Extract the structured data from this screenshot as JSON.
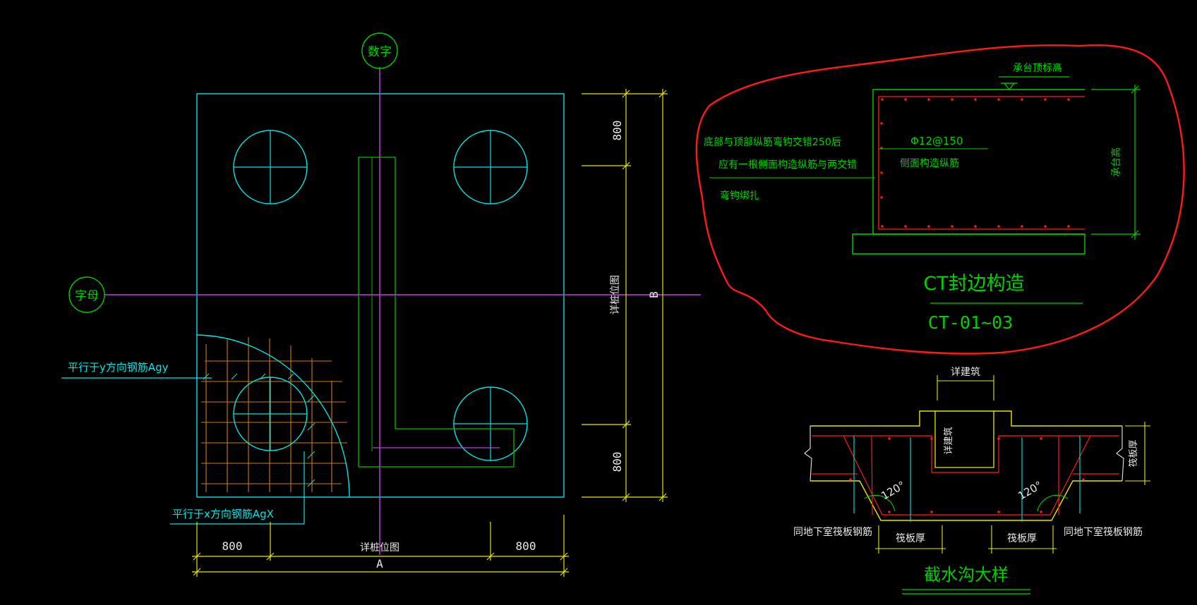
{
  "axes": {
    "numeric_axis_label": "数字",
    "letter_axis_label": "字母"
  },
  "plan": {
    "detail_ref_vertical": "详桩位图",
    "detail_ref_horizontal": "详桩位图",
    "dim_top": "800",
    "dim_bottom_left_vertical": "800",
    "dim_left": "800",
    "dim_right": "800",
    "dim_total_width": "A",
    "dim_total_height": "B",
    "rebar_y_label": "平行于y方向钢筋Agy",
    "rebar_x_label": "平行于x方向钢筋AgX"
  },
  "ct_detail": {
    "top_label": "承台顶标高",
    "note_line1": "底部与顶部纵筋弯钩交错250后",
    "note_line2": "应有一根侧面构造纵筋与两交错",
    "note_line3": "弯钩绑扎",
    "rebar_spec": "Φ12@150",
    "rebar_desc": "侧面构造纵筋",
    "height_label": "承台高",
    "title": "CT封边构造",
    "subtitle": "CT-01~03"
  },
  "trench_detail": {
    "top_label": "详建筑",
    "inner_label": "详建筑",
    "right_thickness": "筏板厚",
    "angle_left": "120°",
    "angle_right": "120°",
    "left_rebar": "同地下室筏板钢筋",
    "right_rebar": "同地下室筏板钢筋",
    "thick_left": "筏板厚",
    "thick_right": "筏板厚",
    "title": "截水沟大样"
  },
  "colors": {
    "background": "#000000",
    "cyan": "#00e5e5",
    "green": "#00d000",
    "magenta": "#c040e0",
    "yellow": "#e6e600",
    "red": "#ff1a1a",
    "orange": "#d07818",
    "white": "#e8e8e8"
  }
}
